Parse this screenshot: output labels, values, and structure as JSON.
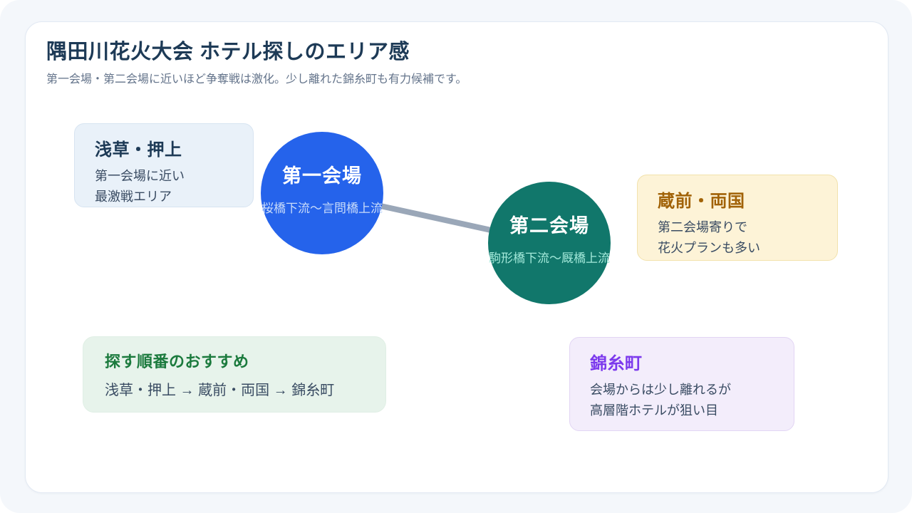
{
  "header": {
    "title": "隅田川花火大会 ホテル探しのエリア感",
    "subtitle": "第一会場・第二会場に近いほど争奪戦は激化。少し離れた錦糸町も有力候補です。"
  },
  "venues": {
    "first": {
      "name": "第一会場",
      "range": "桜橋下流〜言問橋上流",
      "color": "#2563eb",
      "range_color": "#c9dcfa"
    },
    "second": {
      "name": "第二会場",
      "range": "駒形橋下流〜厩橋上流",
      "color": "#11776b",
      "range_color": "#a3e9da"
    }
  },
  "connector": {
    "color": "#9aa7b8"
  },
  "areas": {
    "asakusa": {
      "title": "浅草・押上",
      "line1": "第一会場に近い",
      "line2": "最激戦エリア",
      "accent_color": "#1d3a56",
      "bg_color": "#e9f1f9"
    },
    "kuramae": {
      "title": "蔵前・両国",
      "line1": "第二会場寄りで",
      "line2": "花火プランも多い",
      "accent_color": "#a16207",
      "bg_color": "#fdf3d7"
    },
    "kinshicho": {
      "title": "錦糸町",
      "line1": "会場からは少し離れるが",
      "line2": "高層階ホテルが狙い目",
      "accent_color": "#7c3aed",
      "bg_color": "#f3edfb"
    }
  },
  "recommendation": {
    "title": "探す順番のおすすめ",
    "order": "浅草・押上 → 蔵前・両国 → 錦糸町",
    "accent_color": "#1b7a3d",
    "bg_color": "#e7f3eb"
  }
}
